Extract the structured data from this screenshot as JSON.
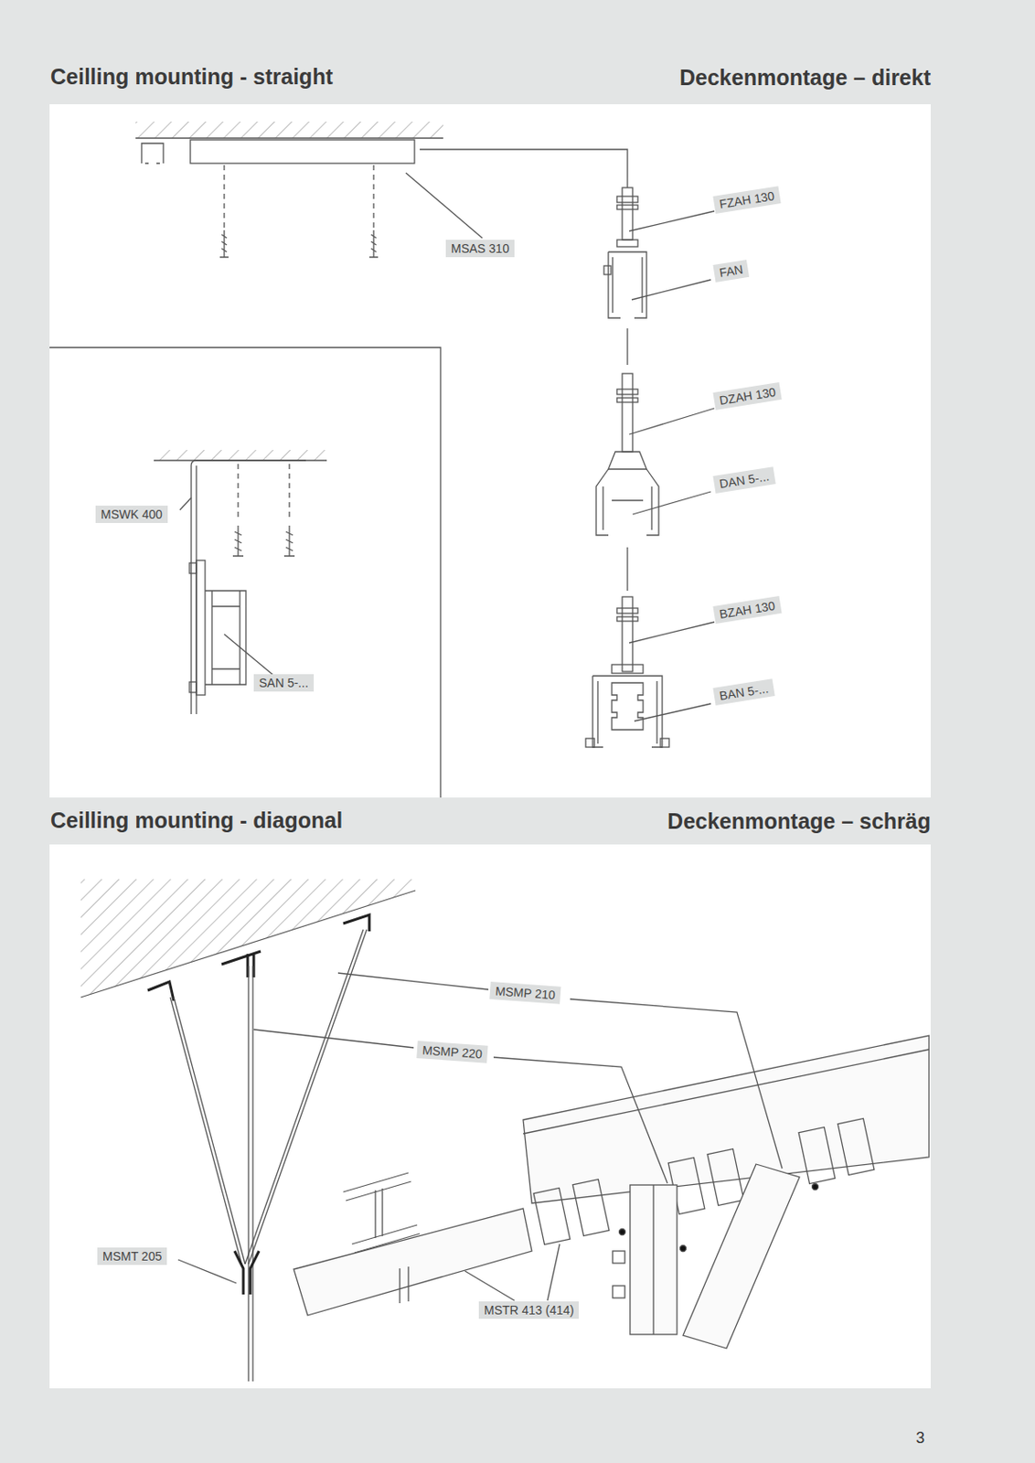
{
  "diagram": {
    "labels": [
      "Ceilling mounting - straight",
      "Deckenmontage – direkt",
      "MSAS 310",
      "FZAH 130",
      "FAN",
      "DZAH 130",
      "DAN 5-...",
      "MSWK 400",
      "BZAH 130",
      "BAN 5-...",
      "SAN 5-...",
      "Ceilling mounting - diagonal",
      "Deckenmontage – schräg",
      "MSMP 210",
      "MSMP 220",
      "MSMT 205",
      "MSTR 413 (414)",
      "3"
    ]
  }
}
